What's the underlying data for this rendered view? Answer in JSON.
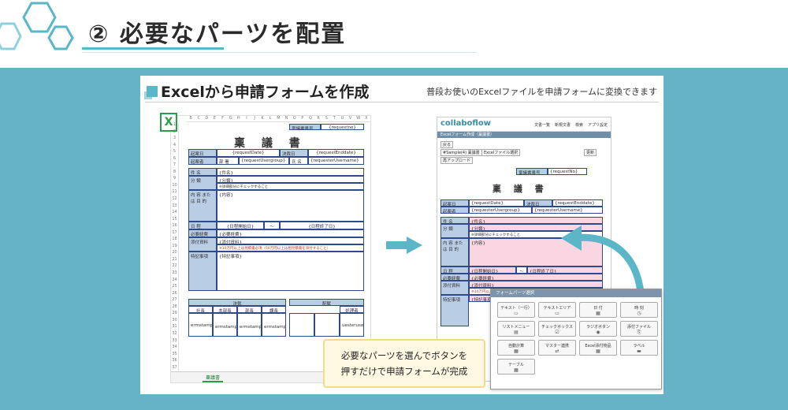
{
  "header": {
    "title": "② 必要なパーツを配置"
  },
  "card": {
    "title": "Excelから申請フォームを作成",
    "subtitle": "普段お使いのExcelファイルを申請フォームに変換できます"
  },
  "excel": {
    "columns": [
      "B",
      "C",
      "D",
      "E",
      "F",
      "G",
      "H",
      "I",
      "J",
      "K",
      "L",
      "M",
      "N",
      "O",
      "P",
      "Q",
      "R",
      "S",
      "T",
      "U",
      "V",
      "W",
      "X"
    ],
    "rows": [
      "1",
      "2",
      "3",
      "4",
      "5",
      "6",
      "7",
      "8",
      "9",
      "10",
      "11",
      "12",
      "13",
      "14",
      "15",
      "16",
      "17",
      "18",
      "19",
      "20",
      "21",
      "22",
      "23",
      "24",
      "25",
      "26",
      "27",
      "28",
      "29",
      "30",
      "31",
      "32",
      "33",
      "34",
      "35",
      "36",
      "37"
    ],
    "form_title": "稟 議 書",
    "no_label": "稟議書番号",
    "no_value": "{requestno}",
    "kian_label": "起案日",
    "kian_value": "{requestDate}",
    "kessai_label": "決裁日",
    "kessai_value": "{requestEnddate}",
    "kiansha_label": "起案者",
    "busho_label": "部 署",
    "busho_value": "{requestUsergroup}",
    "shimei_label": "氏 名",
    "shimei_value": "{requesterUsername}",
    "kenmei_label": "件 名",
    "kenmei_value": "{件名}",
    "bunrui_label": "分 類",
    "bunrui_value": "{分類}",
    "bunrui_note": "※詳細部分にチェックすること",
    "naiyo_label": "内 容 または 目 的",
    "naiyo_value": "{内容}",
    "nittei_label": "日 程",
    "start_value": "{日程開始日}",
    "tilde": "〜",
    "end_value": "{日程終了日}",
    "hitsuyo_label": "必要経費",
    "hitsuyo_value": "{必要経費}",
    "tenpu_label": "添付資料",
    "tenpu_value": "{添付資料}",
    "tenpu_note": "※10万円以上は見積書必須（50万円以上は相見積書を添付すること）",
    "tokki_label": "特記事項",
    "tokki_value": "{特記事項}",
    "kessai_box": "決裁",
    "haifu_box": "配賦",
    "roles": [
      "社長",
      "本部長",
      "部長",
      "課長"
    ],
    "kakunin": "処理者",
    "stamps": [
      "ermstamp_",
      "ermstamp_本",
      "ermstamp_部",
      "ermstamp_課"
    ],
    "stamp_last": "uesteruserSt",
    "sheet_tab": "稟議書"
  },
  "collaboflow": {
    "logo": "collaboflow",
    "nav": [
      "文書一覧",
      "新規文書",
      "検索",
      "アプリ設定"
    ],
    "bar": "Excelフォーム作成（稟議書）",
    "buttons": [
      "戻る",
      "#Sample(4) 稟議書",
      "Excelファイル選択",
      "再アップロード",
      "更新"
    ],
    "form_title": "稟 議 書",
    "no_label": "稟議書番号",
    "no_value": "{requestNo}",
    "kian_label": "起案日",
    "kian_value": "{requestDate}",
    "kessai_label": "決裁日",
    "kessai_value": "{requestEnddate}",
    "kiansha_label": "起案者",
    "busho_value": "{requesterUsergroup}",
    "shimei_value": "{requesterUsername}",
    "kenmei_value": "{件名}",
    "bunrui_value": "{分類}",
    "naiyo_value": "{内容}",
    "start_value": "{日程開始日}",
    "end_value": "{日程終了日}",
    "hitsuyo_value": "{必要経費}",
    "tenpu_value": "{添付資料}",
    "tokki_value": "{特記事項}"
  },
  "palette": {
    "title": "フォームパーツ選択",
    "items": [
      {
        "label": "テキスト（一行）",
        "icon": "▭"
      },
      {
        "label": "テキストエリア",
        "icon": "▭"
      },
      {
        "label": "日 付",
        "icon": "▦"
      },
      {
        "label": "時 刻",
        "icon": "◷"
      },
      {
        "label": "リストメニュー",
        "icon": "▤"
      },
      {
        "label": "チェックボックス",
        "icon": "☑"
      },
      {
        "label": "ラジオボタン",
        "icon": "◉"
      },
      {
        "label": "添付ファイル",
        "icon": "⎘"
      },
      {
        "label": "自動計算",
        "icon": "▦"
      },
      {
        "label": "マスター連携",
        "icon": "⇄"
      },
      {
        "label": "Excel添付物品",
        "icon": "▦"
      },
      {
        "label": "ラベル",
        "icon": "▬"
      },
      {
        "label": "テーブル",
        "icon": "▦"
      }
    ]
  },
  "callout": {
    "line1": "必要なパーツを選んでボタンを",
    "line2": "押すだけで申請フォームが完成"
  },
  "colors": {
    "accent": "#66b2c6",
    "excel_green": "#2a9d4a",
    "cell_blue": "#b9cde5",
    "pink": "#f9d6e2"
  }
}
